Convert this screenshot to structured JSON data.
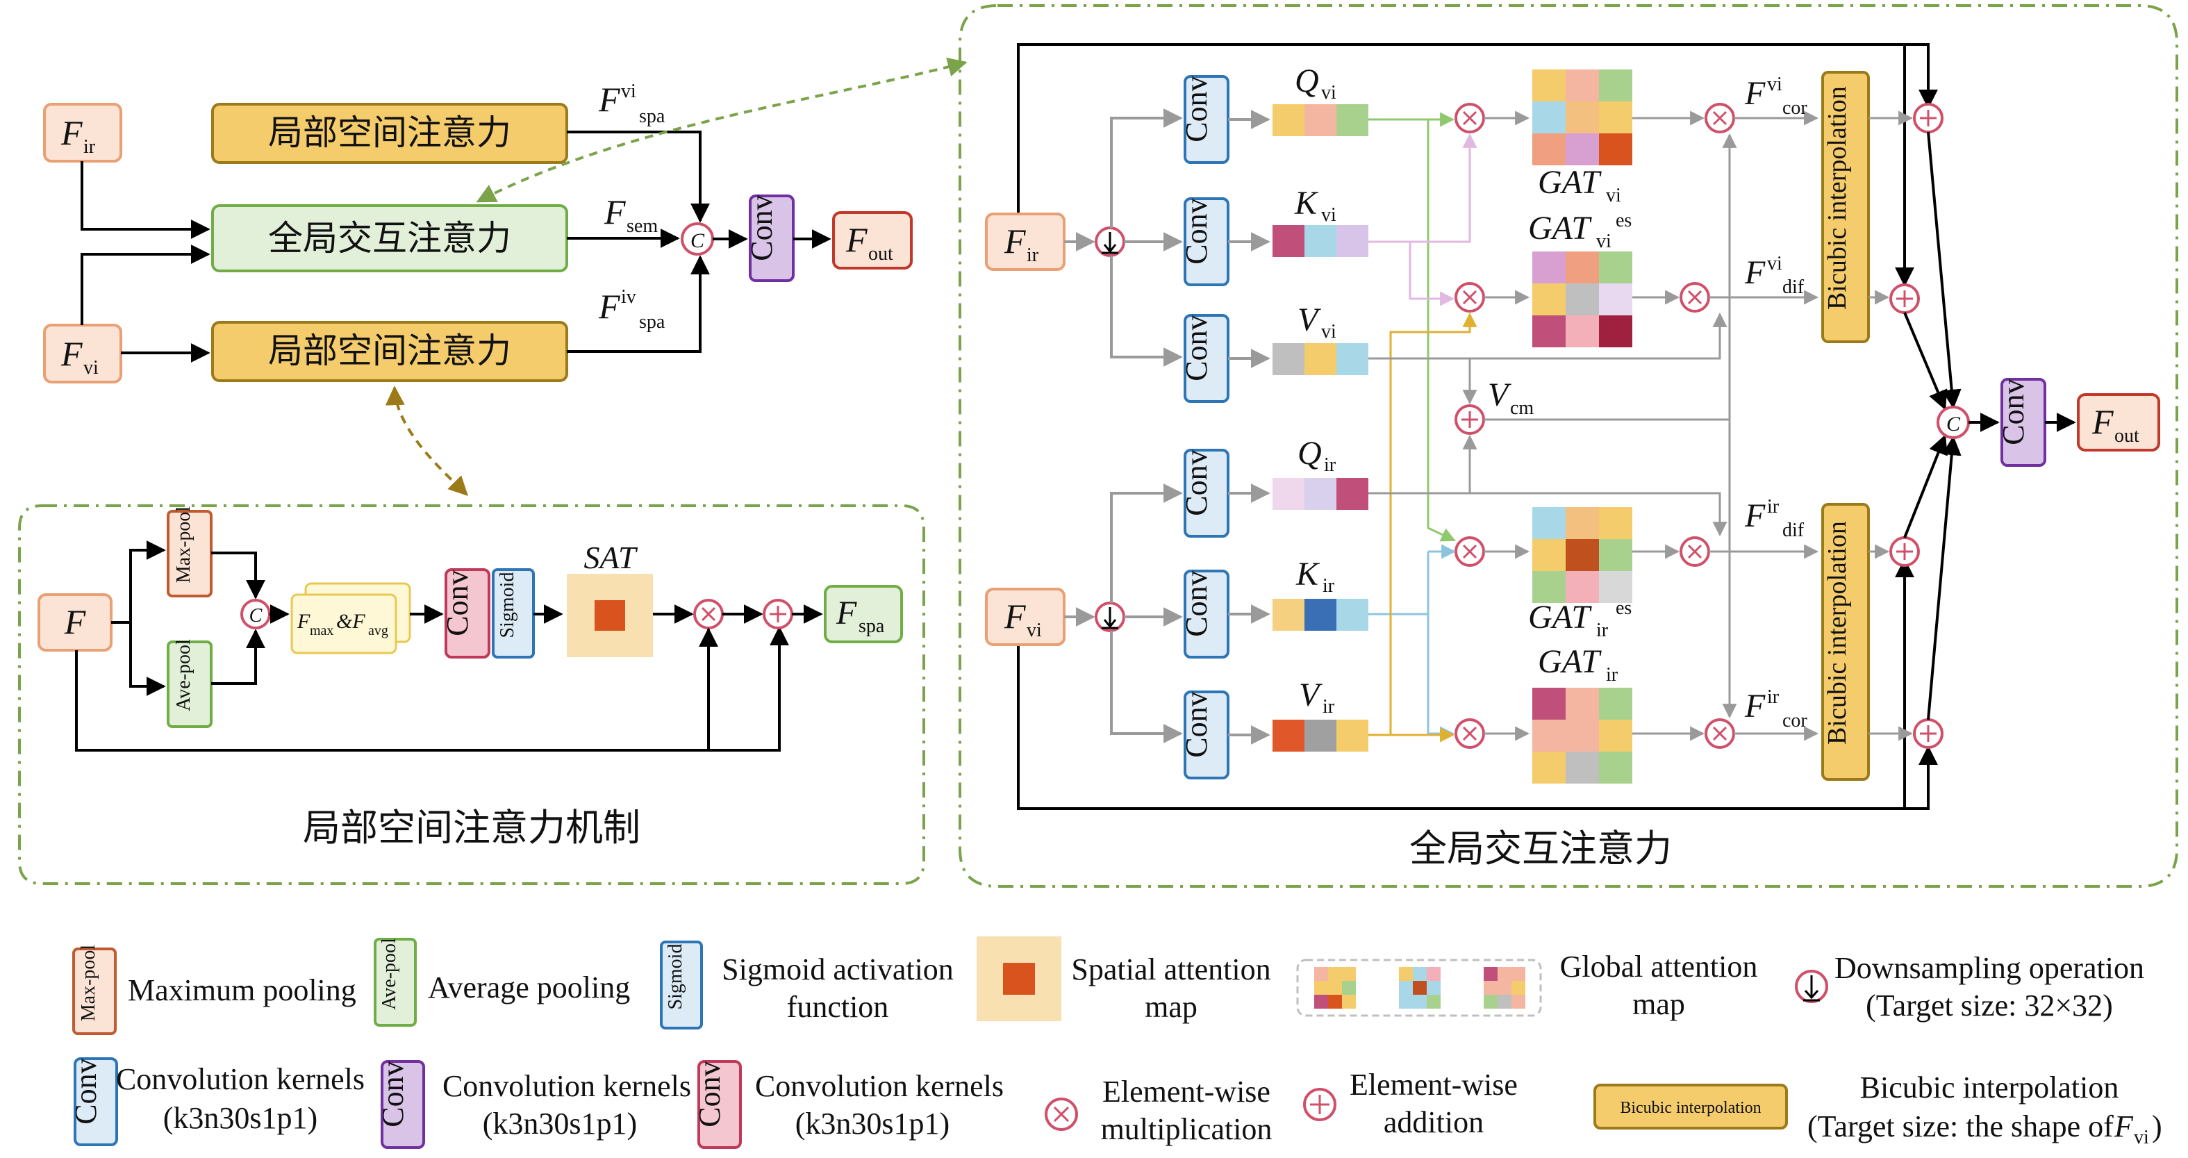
{
  "top_left": {
    "f_ir": "F",
    "f_ir_sub": "ir",
    "f_vi": "F",
    "f_vi_sub": "vi",
    "local_attention_top": "局部空间注意力",
    "global_interaction": "全局交互注意力",
    "local_attention_bottom": "局部空间注意力",
    "f_spa_vi": "F",
    "f_spa_vi_sup": "vi",
    "f_spa_vi_sub": "spa",
    "f_sem": "F",
    "f_sem_sub": "sem",
    "f_spa_iv": "F",
    "f_spa_iv_sup": "iv",
    "f_spa_iv_sub": "spa",
    "concat_symbol": "C",
    "conv_label": "Conv",
    "f_out": "F",
    "f_out_sub": "out"
  },
  "local_mechanism": {
    "caption": "局部空间注意力机制",
    "f_input": "F",
    "max_pool": "Max-pool",
    "ave_pool": "Ave-pool",
    "concat_symbol": "C",
    "fmax_favg_f1": "F",
    "fmax_favg_sub1": "max",
    "fmax_favg_amp": "&F",
    "fmax_favg_sub2": "avg",
    "conv_label": "Conv",
    "sigmoid_label": "Sigmoid",
    "sat_label": "SAT",
    "f_spa": "F",
    "f_spa_sub": "spa"
  },
  "global_module": {
    "caption": "全局交互注意力",
    "f_ir": "F",
    "f_ir_sub": "ir",
    "f_vi": "F",
    "f_vi_sub": "vi",
    "conv_label": "Conv",
    "q_vi": "Q",
    "q_vi_sub": "vi",
    "k_vi": "K",
    "k_vi_sub": "vi",
    "v_vi": "V",
    "v_vi_sub": "vi",
    "q_ir": "Q",
    "q_ir_sub": "ir",
    "k_ir": "K",
    "k_ir_sub": "ir",
    "v_ir": "V",
    "v_ir_sub": "ir",
    "v_cm": "V",
    "v_cm_sub": "cm",
    "gat_vi": "GAT",
    "gat_vi_sub": "vi",
    "gat_vi_es": "GAT",
    "gat_vi_es_sub": "vi",
    "gat_vi_es_sup": "es",
    "gat_ir_es": "GAT",
    "gat_ir_es_sub": "ir",
    "gat_ir_es_sup": "es",
    "gat_ir": "GAT",
    "gat_ir_sub": "ir",
    "f_vi_cor": "F",
    "f_vi_cor_sup": "vi",
    "f_vi_cor_sub": "cor",
    "f_vi_dif": "F",
    "f_vi_dif_sup": "vi",
    "f_vi_dif_sub": "dif",
    "f_ir_dif": "F",
    "f_ir_dif_sup": "ir",
    "f_ir_dif_sub": "dif",
    "f_ir_cor": "F",
    "f_ir_cor_sup": "ir",
    "f_ir_cor_sub": "cor",
    "bicubic": "Bicubic interpolation",
    "concat_symbol": "C",
    "f_out": "F",
    "f_out_sub": "out"
  },
  "legend": {
    "max_pool_box": "Max-pool",
    "max_pool_text": "Maximum pooling",
    "ave_pool_box": "Ave-pool",
    "ave_pool_text": "Average pooling",
    "sigmoid_box": "Sigmoid",
    "sigmoid_text_1": "Sigmoid activation",
    "sigmoid_text_2": "function",
    "sat_text_1": "Spatial attention",
    "sat_text_2": "map",
    "gat_text_1": "Global attention",
    "gat_text_2": "map",
    "down_text_1": "Downsampling operation",
    "down_text_2": "(Target size: 32×32)",
    "conv_box": "Conv",
    "conv_blue_1": "Convolution kernels",
    "conv_blue_2": "(k3n30s1p1)",
    "conv_purple_1": "Convolution kernels",
    "conv_purple_2": "(k3n30s1p1)",
    "conv_red_1": "Convolution kernels",
    "conv_red_2": "(k3n30s1p1)",
    "mult_text_1": "Element-wise",
    "mult_text_2": "multiplication",
    "add_text_1": "Element-wise",
    "add_text_2": "addition",
    "bicubic_box": "Bicubic interpolation",
    "bicubic_text_1": "Bicubic interpolation",
    "bicubic_text_2": "(Target size: the shape of ",
    "bicubic_text_f": "F",
    "bicubic_text_sub": "vi",
    "bicubic_text_close": ")"
  },
  "colors": {
    "orange_box_fill": "#fbe4d5",
    "orange_box_stroke": "#e8a074",
    "yellow_box_fill": "#f5cc6c",
    "yellow_box_stroke": "#9c7a1a",
    "green_box_fill": "#e2f0d9",
    "green_box_stroke": "#70ad47",
    "blue_conv_fill": "#ddebf7",
    "blue_conv_stroke": "#2e75b6",
    "purple_conv_fill": "#d9c4e8",
    "purple_conv_stroke": "#7030a0",
    "red_conv_fill": "#f4c7d0",
    "red_conv_stroke": "#c0395a",
    "sat_fill": "#f8e0b0",
    "sat_center": "#d9531e",
    "dashed_green": "#7aa34a",
    "dashed_olive": "#9c7a1a",
    "circle_stroke": "#d0506a",
    "gray_line": "#9a9a9a"
  }
}
